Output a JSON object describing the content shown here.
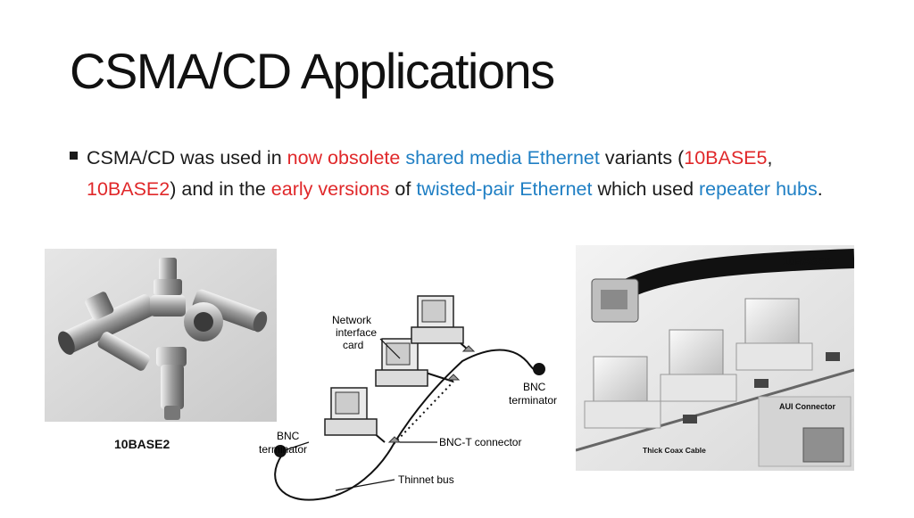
{
  "slide": {
    "title": "CSMA/CD Applications",
    "bullet": {
      "p1": "CSMA/CD was used in ",
      "p2": "now obsolete",
      "p3": " ",
      "p4": "shared media Ethernet",
      "p5": " variants (",
      "p6": "10BASE5",
      "p7": ", ",
      "p8": "10BASE2",
      "p9": ") and in the ",
      "p10": "early versions",
      "p11": " of ",
      "p12": "twisted-pair Ethernet",
      "p13": " which used ",
      "p14": "repeater hubs",
      "p15": "."
    },
    "colors": {
      "highlight_red": "#e0282a",
      "highlight_blue": "#1f7fc4"
    }
  },
  "left_photo": {
    "caption": "10BASE2"
  },
  "diagram": {
    "network_interface_card": [
      "Network",
      "interface",
      "card"
    ],
    "bnc_terminator_right": [
      "BNC",
      "terminator"
    ],
    "bnc_terminator_left": [
      "BNC",
      "terminator"
    ],
    "bnc_t_connector": "BNC-T connector",
    "thinnet_bus": "Thinnet bus"
  },
  "right_photo": {
    "title": "10BASE5",
    "aui_connector": "AUI Connector",
    "thick_coax_cable": "Thick Coax Cable"
  }
}
